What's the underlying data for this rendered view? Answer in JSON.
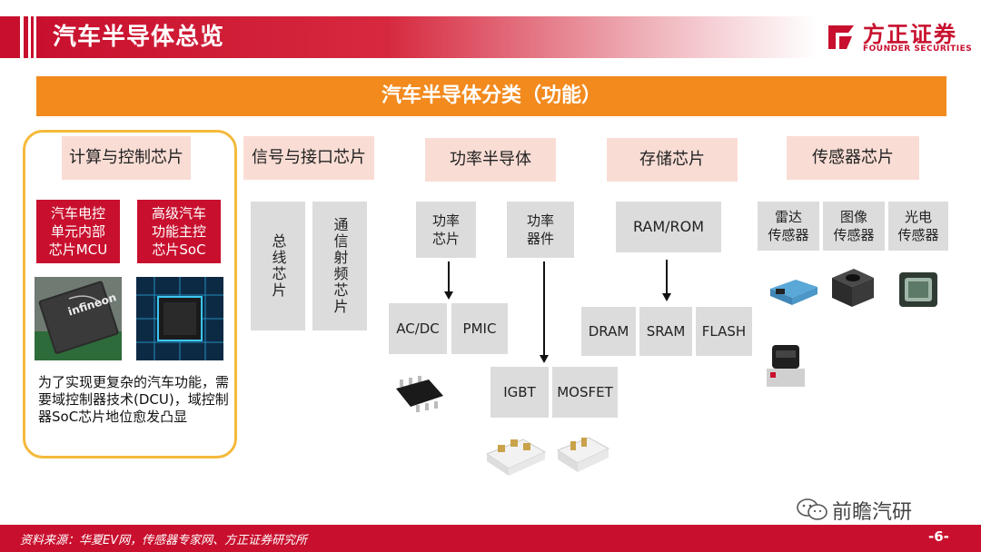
{
  "header": {
    "title": "汽车半导体总览",
    "brand_cn": "方正证券",
    "brand_en": "FOUNDER SECURITIES"
  },
  "banner": "汽车半导体分类（功能）",
  "categories": {
    "compute": "计算与控制芯片",
    "signal": "信号与接口芯片",
    "power": "功率半导体",
    "storage": "存储芯片",
    "sensor": "传感器芯片"
  },
  "compute": {
    "mcu": "汽车电控\n单元内部\n芯片MCU",
    "soc": "高级汽车\n功能主控\n芯片SoC",
    "note": "为了实现更复杂的汽车功能，需要域控制器技术(DCU)，域控制器SoC芯片地位愈发凸显"
  },
  "signal": {
    "bus": "总线芯片",
    "rf": "通信射频芯片"
  },
  "power": {
    "power_chip": "功率\n芯片",
    "power_device": "功率\n器件",
    "acdc": "AC/DC",
    "pmic": "PMIC",
    "igbt": "IGBT",
    "mosfet": "MOSFET"
  },
  "storage": {
    "ramrom": "RAM/ROM",
    "dram": "DRAM",
    "sram": "SRAM",
    "flash": "FLASH"
  },
  "sensor": {
    "radar": "雷达\n传感器",
    "image": "图像\n传感器",
    "photo": "光电\n传感器"
  },
  "footer": {
    "source": "资料来源：华夏EV网，传感器专家网、方正证券研究所",
    "page": "-6-",
    "watermark": "前瞻汽研"
  },
  "colors": {
    "brand_red": "#c8102e",
    "banner_orange": "#f28a1e",
    "category_pink": "#f9ddd5",
    "item_grey": "#dcdcdc",
    "frame_gold": "#f5b93c"
  }
}
